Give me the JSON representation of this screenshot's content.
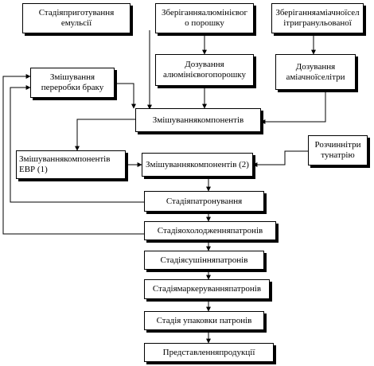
{
  "boxes": {
    "emulsion": "Стадіяприготування емульсії",
    "al_storage": "Зберіганняалюмінієвог о порошку",
    "an_storage": "Зберіганняаміачноїсел ітригранульованої",
    "scrap_mix": "Змішування переробки браку",
    "al_dosing": "Дозування алюмінієвогопорошку",
    "an_dosing": "Дозування аміачноїселітри",
    "mix": "Змішуваннякомпонентів",
    "mix_ebr": "Змішуваннякомпонентів ЕВР (1)",
    "mix2": "Змішуваннякомпонентів (2)",
    "nitrite": "Розчиннітри тунатрію",
    "cartridging": "Стадіяпатронування",
    "cooling": "Стадіяохолодженняпатронів",
    "drying": "Стадіясушінняпатронів",
    "marking": "Стадіямаркеруванняпатронів",
    "packing": "Стадія упаковки  патронів",
    "product": "Представленняпродукції"
  }
}
